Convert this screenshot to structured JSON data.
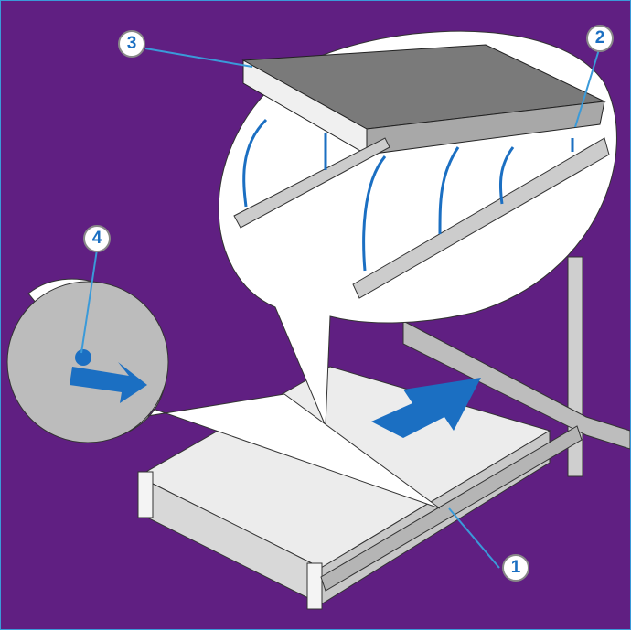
{
  "callouts": [
    "1",
    "2",
    "3",
    "4"
  ],
  "colors": {
    "background": "#601f82",
    "arrow": "#1b6fc2",
    "chassis": "#e8e8e8",
    "rail": "#b9b9b9"
  }
}
